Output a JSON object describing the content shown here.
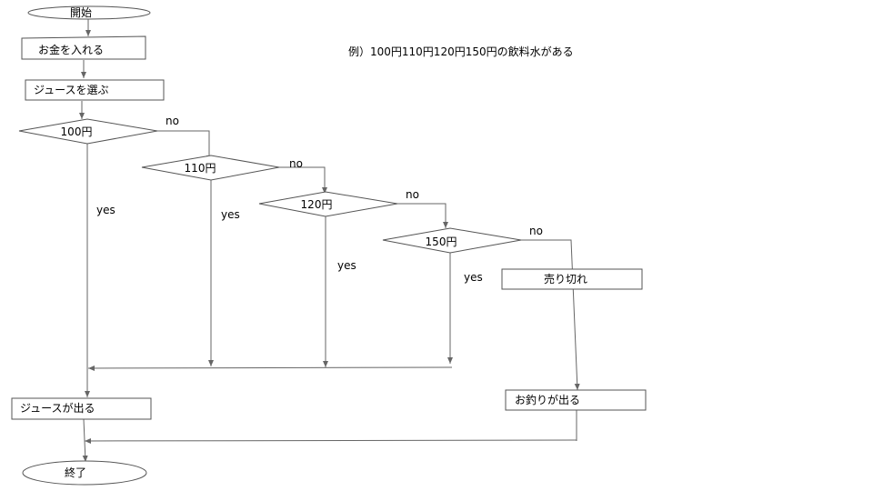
{
  "note": "例）100円110円120円150円の飲料水がある",
  "nodes": {
    "start": "開始",
    "insert_money": "お金を入れる",
    "choose_juice": "ジュースを選ぶ",
    "d100": "100円",
    "d110": "110円",
    "d120": "120円",
    "d150": "150円",
    "sold_out": "売り切れ",
    "juice_out": "ジュースが出る",
    "change_out": "お釣りが出る",
    "end": "終了"
  },
  "edge_labels": {
    "no": "no",
    "yes": "yes"
  }
}
